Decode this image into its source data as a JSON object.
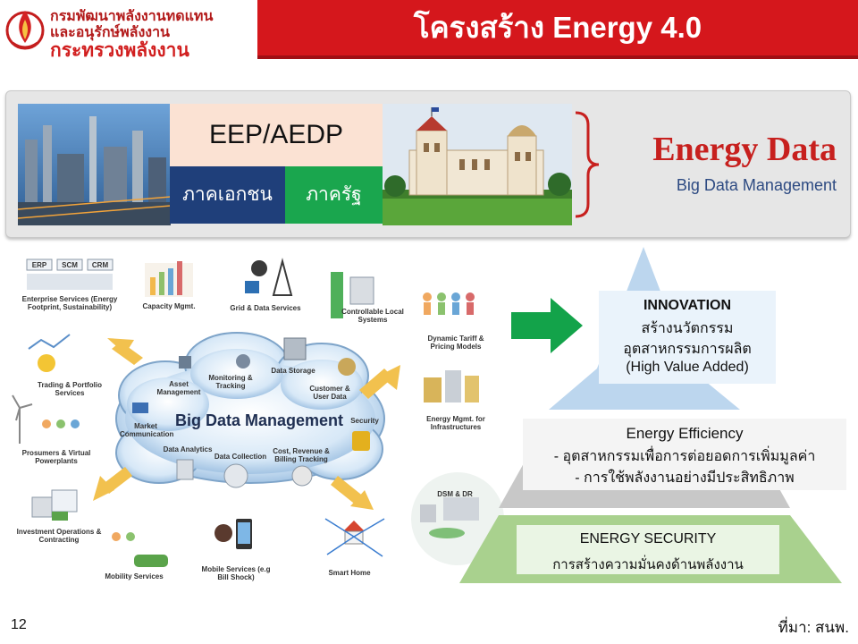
{
  "header": {
    "org_line1": "กรมพัฒนาพลังงานทดแทน",
    "org_line2": "และอนุรักษ์พลังงาน",
    "org_line3": "กระทรวงพลังงาน",
    "title": "โครงสร้าง Energy 4.0"
  },
  "top_panel": {
    "eep_label": "EEP/AEDP",
    "private_label": "ภาคเอกชน",
    "government_label": "ภาครัฐ",
    "energy_data_title": "Energy Data",
    "energy_data_subtitle": "Big Data Management"
  },
  "big_data_diagram": {
    "center_label": "Big Data Management",
    "cloud_items": {
      "asset": "Asset Management",
      "monitoring": "Monitoring & Tracking",
      "storage": "Data Storage",
      "customer": "Customer & User Data",
      "market": "Market Communication",
      "analytics": "Data Analytics",
      "collection": "Data Collection",
      "billing": "Cost, Revenue & Billing Tracking",
      "security": "Security"
    },
    "enterprise_tags": [
      "ERP",
      "SCM",
      "CRM"
    ],
    "outer_items": {
      "enterprise": "Enterprise Services (Energy Footprint, Sustainability)",
      "capacity": "Capacity Mgmt.",
      "grid": "Grid & Data Services",
      "controllable": "Controllable Local Systems",
      "tariff": "Dynamic Tariff & Pricing Models",
      "infra": "Energy Mgmt. for Infrastructures",
      "dsm": "DSM & DR",
      "trading": "Trading & Portfolio Services",
      "prosumers": "Prosumers & Virtual Powerplants",
      "investment": "Investment Operations & Contracting",
      "mobility": "Mobility Services",
      "mobile": "Mobile Services (e.g Bill Shock)",
      "smarthome": "Smart Home"
    }
  },
  "pyramid": {
    "innovation": {
      "title": "INNOVATION",
      "line1": "สร้างนวัตกรรม",
      "line2": "อุตสาหกรรมการผลิต",
      "line3": "(High Value Added)"
    },
    "efficiency": {
      "title": "Energy Efficiency",
      "line1": "- อุตสาหกรรมเพื่อการต่อยอดการเพิ่มมูลค่า",
      "line2": "- การใช้พลังงานอย่างมีประสิทธิภาพ"
    },
    "security": {
      "title": "ENERGY SECURITY",
      "line1": "การสร้างความมั่นคงด้านพลังงาน"
    },
    "colors": {
      "top": "#bcd6ee",
      "middle": "#c8c8c8",
      "bottom": "#a9d18e",
      "arrow": "#13a34a"
    }
  },
  "footer": {
    "page_number": "12",
    "source": "ที่มา: สนพ."
  }
}
